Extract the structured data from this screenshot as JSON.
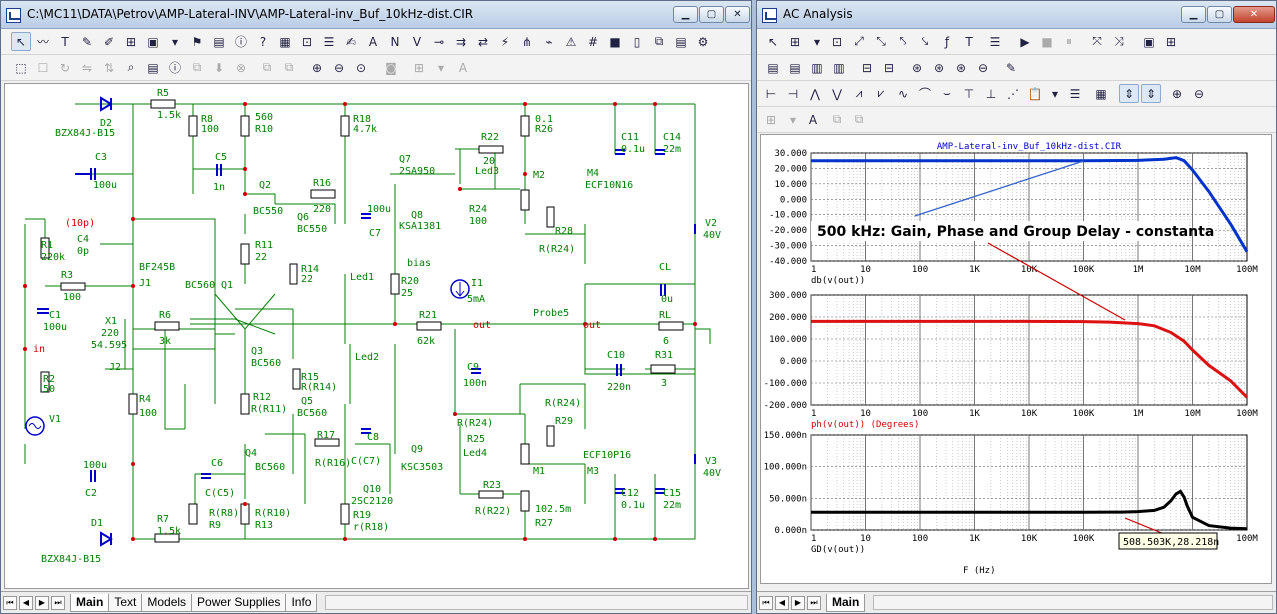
{
  "left": {
    "title": "C:\\MC11\\DATA\\Petrov\\AMP-Lateral-INV\\AMP-Lateral-inv_Buf_10kHz-dist.CIR",
    "tabs": [
      "Main",
      "Text",
      "Models",
      "Power Supplies",
      "Info"
    ],
    "active_tab": "Main",
    "labels": [
      {
        "id": "D2",
        "t": "D2"
      },
      {
        "id": "D2m",
        "t": "BZX84J-B15"
      },
      {
        "id": "R5",
        "t": "R5"
      },
      {
        "id": "R5v",
        "t": "1.5k"
      },
      {
        "id": "R8",
        "t": "R8"
      },
      {
        "id": "R8v",
        "t": "100"
      },
      {
        "id": "R10v",
        "t": "560"
      },
      {
        "id": "R10",
        "t": "R10"
      },
      {
        "id": "R18",
        "t": "R18"
      },
      {
        "id": "R18v",
        "t": "4.7k"
      },
      {
        "id": "R22",
        "t": "R22"
      },
      {
        "id": "R22v",
        "t": "20"
      },
      {
        "id": "R26v",
        "t": "0.1"
      },
      {
        "id": "R26",
        "t": "R26"
      },
      {
        "id": "C11",
        "t": "C11"
      },
      {
        "id": "C11v",
        "t": "0.1u"
      },
      {
        "id": "C14",
        "t": "C14"
      },
      {
        "id": "C14v",
        "t": "22m"
      },
      {
        "id": "C3",
        "t": "C3"
      },
      {
        "id": "C3v",
        "t": "100u"
      },
      {
        "id": "C5",
        "t": "C5"
      },
      {
        "id": "C5v",
        "t": "1n"
      },
      {
        "id": "Q2",
        "t": "Q2"
      },
      {
        "id": "Q2m",
        "t": "BC550"
      },
      {
        "id": "Q7",
        "t": "Q7"
      },
      {
        "id": "Q7m",
        "t": "2SA950"
      },
      {
        "id": "Led3",
        "t": "Led3"
      },
      {
        "id": "M2",
        "t": "M2"
      },
      {
        "id": "M4",
        "t": "M4"
      },
      {
        "id": "M4m",
        "t": "ECF10N16"
      },
      {
        "id": "R16",
        "t": "R16"
      },
      {
        "id": "R16v",
        "t": "220"
      },
      {
        "id": "Q6",
        "t": "Q6"
      },
      {
        "id": "Q6m",
        "t": "BC550"
      },
      {
        "id": "C7v",
        "t": "100u"
      },
      {
        "id": "C7",
        "t": "C7"
      },
      {
        "id": "Q8",
        "t": "Q8"
      },
      {
        "id": "Q8m",
        "t": "KSA1381"
      },
      {
        "id": "R24",
        "t": "R24"
      },
      {
        "id": "R24v",
        "t": "100"
      },
      {
        "id": "R28",
        "t": "R28"
      },
      {
        "id": "R28v",
        "t": "R(R24)"
      },
      {
        "id": "V2",
        "t": "V2"
      },
      {
        "id": "V2v",
        "t": "40V"
      },
      {
        "id": "C4v",
        "t": "(10p)"
      },
      {
        "id": "R1",
        "t": "R1"
      },
      {
        "id": "R1v",
        "t": "220k"
      },
      {
        "id": "C4",
        "t": "C4"
      },
      {
        "id": "C4z",
        "t": "0p"
      },
      {
        "id": "R11",
        "t": "R11"
      },
      {
        "id": "R11v",
        "t": "22"
      },
      {
        "id": "J1m",
        "t": "BF245B"
      },
      {
        "id": "J1",
        "t": "J1"
      },
      {
        "id": "R3",
        "t": "R3"
      },
      {
        "id": "R3v",
        "t": "100"
      },
      {
        "id": "Led1",
        "t": "Led1"
      },
      {
        "id": "bias",
        "t": "bias"
      },
      {
        "id": "R14",
        "t": "R14"
      },
      {
        "id": "R14v",
        "t": "22"
      },
      {
        "id": "R20",
        "t": "R20"
      },
      {
        "id": "R20v",
        "t": "25"
      },
      {
        "id": "I1",
        "t": "I1"
      },
      {
        "id": "I1v",
        "t": "5mA"
      },
      {
        "id": "CL",
        "t": "CL"
      },
      {
        "id": "CLv",
        "t": "0u"
      },
      {
        "id": "BC560a",
        "t": "BC560"
      },
      {
        "id": "Q1",
        "t": "Q1"
      },
      {
        "id": "C1",
        "t": "C1"
      },
      {
        "id": "C1v",
        "t": "100u"
      },
      {
        "id": "X1",
        "t": "X1"
      },
      {
        "id": "X1v",
        "t": "220"
      },
      {
        "id": "X1p",
        "t": "54.595"
      },
      {
        "id": "R6",
        "t": "R6"
      },
      {
        "id": "R6v",
        "t": "3k"
      },
      {
        "id": "R21",
        "t": "R21"
      },
      {
        "id": "R21v",
        "t": "62k"
      },
      {
        "id": "out1",
        "t": "out"
      },
      {
        "id": "Probe5",
        "t": "Probe5"
      },
      {
        "id": "out2",
        "t": "out"
      },
      {
        "id": "RL",
        "t": "RL"
      },
      {
        "id": "RLv",
        "t": "6"
      },
      {
        "id": "in",
        "t": "in"
      },
      {
        "id": "Q3",
        "t": "Q3"
      },
      {
        "id": "Q3m",
        "t": "BC560"
      },
      {
        "id": "Led2",
        "t": "Led2"
      },
      {
        "id": "C10",
        "t": "C10"
      },
      {
        "id": "R31",
        "t": "R31"
      },
      {
        "id": "J2",
        "t": "J2"
      },
      {
        "id": "R15",
        "t": "R15"
      },
      {
        "id": "R15v",
        "t": "R(R14)"
      },
      {
        "id": "C9",
        "t": "C9"
      },
      {
        "id": "C9v",
        "t": "100n"
      },
      {
        "id": "C10v",
        "t": "220n"
      },
      {
        "id": "R31v",
        "t": "3"
      },
      {
        "id": "R2",
        "t": "R2"
      },
      {
        "id": "R2v",
        "t": "50"
      },
      {
        "id": "R4",
        "t": "R4"
      },
      {
        "id": "R4v",
        "t": "100"
      },
      {
        "id": "R12",
        "t": "R12"
      },
      {
        "id": "R12v",
        "t": "R(R11)"
      },
      {
        "id": "Q5",
        "t": "Q5"
      },
      {
        "id": "Q5m",
        "t": "BC560"
      },
      {
        "id": "R29v",
        "t": "R(R24)"
      },
      {
        "id": "R29",
        "t": "R29"
      },
      {
        "id": "V1",
        "t": "V1"
      },
      {
        "id": "R17",
        "t": "R17"
      },
      {
        "id": "C8",
        "t": "C8"
      },
      {
        "id": "R25v",
        "t": "R(R24)"
      },
      {
        "id": "R25",
        "t": "R25"
      },
      {
        "id": "R16b",
        "t": "R(R16)"
      },
      {
        "id": "C8v",
        "t": "C(C7)"
      },
      {
        "id": "Q9",
        "t": "Q9"
      },
      {
        "id": "Q9m",
        "t": "KSC3503"
      },
      {
        "id": "Led4",
        "t": "Led4"
      },
      {
        "id": "M1",
        "t": "M1"
      },
      {
        "id": "M3m",
        "t": "ECF10P16"
      },
      {
        "id": "M3",
        "t": "M3"
      },
      {
        "id": "Q4",
        "t": "Q4"
      },
      {
        "id": "Q4m",
        "t": "BC560"
      },
      {
        "id": "C6",
        "t": "C6"
      },
      {
        "id": "V3",
        "t": "V3"
      },
      {
        "id": "V3v",
        "t": "40V"
      },
      {
        "id": "C2v",
        "t": "100u"
      },
      {
        "id": "C2",
        "t": "C2"
      },
      {
        "id": "C6v",
        "t": "C(C5)"
      },
      {
        "id": "Q10",
        "t": "Q10"
      },
      {
        "id": "R23",
        "t": "R23"
      },
      {
        "id": "R9v",
        "t": "R(R8)"
      },
      {
        "id": "R9",
        "t": "R9"
      },
      {
        "id": "R13v",
        "t": "R(R10)"
      },
      {
        "id": "R13",
        "t": "R13"
      },
      {
        "id": "Q10m",
        "t": "2SC2120"
      },
      {
        "id": "R23v",
        "t": "R(R22)"
      },
      {
        "id": "C12",
        "t": "C12"
      },
      {
        "id": "C12v",
        "t": "0.1u"
      },
      {
        "id": "C15",
        "t": "C15"
      },
      {
        "id": "C15v",
        "t": "22m"
      },
      {
        "id": "R27v",
        "t": "102.5m"
      },
      {
        "id": "R27",
        "t": "R27"
      },
      {
        "id": "D1",
        "t": "D1"
      },
      {
        "id": "R7",
        "t": "R7"
      },
      {
        "id": "R7v",
        "t": "1.5k"
      },
      {
        "id": "R19",
        "t": "R19"
      },
      {
        "id": "R19v",
        "t": "r(R18)"
      },
      {
        "id": "D1m",
        "t": "BZX84J-B15"
      }
    ]
  },
  "right": {
    "title": "AC Analysis",
    "tabs": [
      "Main"
    ],
    "chart_data": [
      {
        "type": "line",
        "title": "AMP-Lateral-inv_Buf_10kHz-dist.CIR",
        "xlabel": "db(v(out))",
        "x_ticks": [
          "1",
          "10",
          "100",
          "1K",
          "10K",
          "100K",
          "1M",
          "10M",
          "100M"
        ],
        "y_ticks": [
          "30.000",
          "20.000",
          "10.000",
          "0.000",
          "-10.000",
          "-20.000",
          "-30.000",
          "-40.000"
        ],
        "ylim": [
          -40,
          30
        ],
        "log_x": true,
        "series": [
          {
            "color": "#0033cc",
            "points": [
              [
                1,
                25
              ],
              [
                10,
                25
              ],
              [
                100,
                25
              ],
              [
                1000,
                25
              ],
              [
                10000,
                25
              ],
              [
                100000,
                25
              ],
              [
                1000000,
                25.2
              ],
              [
                3000000,
                26
              ],
              [
                5000000,
                27
              ],
              [
                7000000,
                25
              ],
              [
                10000000,
                19
              ],
              [
                20000000,
                5
              ],
              [
                50000000,
                -16
              ],
              [
                100000000,
                -34
              ]
            ]
          }
        ]
      },
      {
        "type": "line",
        "xlabel": "ph(v(out)) (Degrees)",
        "x_ticks": [
          "1",
          "10",
          "100",
          "1K",
          "10K",
          "100K",
          "1M",
          "10M",
          "100M"
        ],
        "y_ticks": [
          "300.000",
          "200.000",
          "100.000",
          "0.000",
          "-100.000",
          "-200.000"
        ],
        "ylim": [
          -200,
          300
        ],
        "log_x": true,
        "series": [
          {
            "color": "#dd1111",
            "points": [
              [
                1,
                180
              ],
              [
                10,
                180
              ],
              [
                100,
                180
              ],
              [
                1000,
                180
              ],
              [
                10000,
                180
              ],
              [
                100000,
                179
              ],
              [
                300000,
                177
              ],
              [
                1000000,
                170
              ],
              [
                2000000,
                160
              ],
              [
                4000000,
                130
              ],
              [
                7000000,
                90
              ],
              [
                10000000,
                50
              ],
              [
                20000000,
                -20
              ],
              [
                50000000,
                -90
              ],
              [
                100000000,
                -165
              ]
            ]
          }
        ]
      },
      {
        "type": "line",
        "xlabel": "GD(v(out))",
        "x_ticks": [
          "1",
          "10",
          "100",
          "1K",
          "10K",
          "100K",
          "1M",
          "10M",
          "100M"
        ],
        "y_ticks": [
          "150.000n",
          "100.000n",
          "50.000n",
          "0.000n"
        ],
        "ylim": [
          0,
          150
        ],
        "log_x": true,
        "series": [
          {
            "color": "#000000",
            "points": [
              [
                1,
                28
              ],
              [
                10,
                28
              ],
              [
                100,
                28
              ],
              [
                1000,
                28
              ],
              [
                10000,
                28
              ],
              [
                100000,
                28
              ],
              [
                300000,
                28.2
              ],
              [
                508503,
                28.218
              ],
              [
                1000000,
                29
              ],
              [
                2000000,
                31
              ],
              [
                3000000,
                36
              ],
              [
                4000000,
                46
              ],
              [
                5000000,
                57
              ],
              [
                6000000,
                61
              ],
              [
                7000000,
                52
              ],
              [
                8000000,
                38
              ],
              [
                10000000,
                20
              ],
              [
                20000000,
                7
              ],
              [
                50000000,
                3
              ],
              [
                100000000,
                2
              ]
            ]
          }
        ]
      }
    ],
    "xlabel_bottom": "F (Hz)",
    "annotation": "500 kHz: Gain, Phase and Group Delay - constanta",
    "readout": "508.503K,28.218n"
  }
}
